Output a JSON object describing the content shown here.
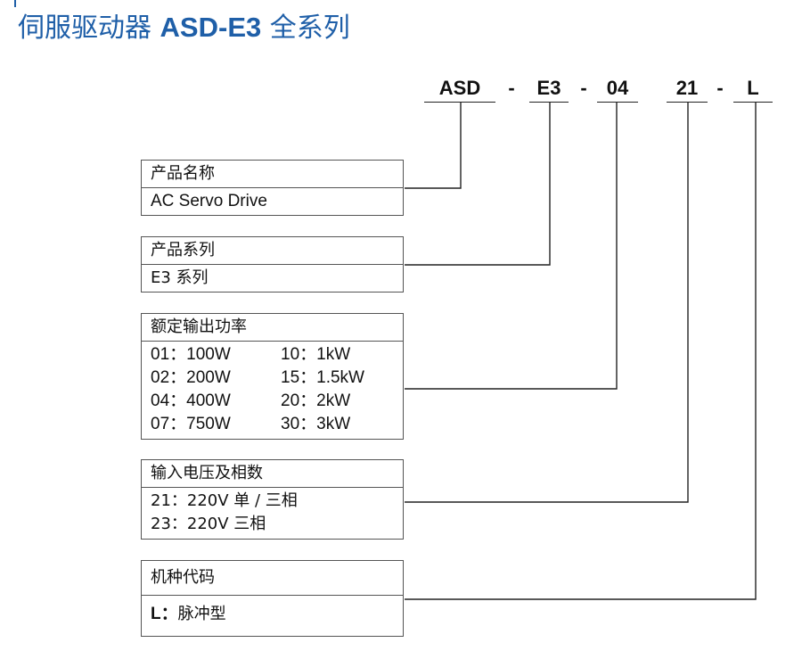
{
  "title": {
    "prefix": "伺服驱动器",
    "model": "ASD-E3",
    "suffix": "全系列"
  },
  "model_code": {
    "series": "ASD",
    "dash1": "-",
    "family": "E3",
    "dash2": "-",
    "power": "04",
    "voltage": "21",
    "dash3": "-",
    "type": "L"
  },
  "boxes": {
    "product_name": {
      "header": "产品名称",
      "value": "AC Servo Drive"
    },
    "product_series": {
      "header": "产品系列",
      "value": "E3 系列"
    },
    "rated_power": {
      "header": "额定输出功率",
      "rows": [
        [
          "01：100W",
          "10：1kW"
        ],
        [
          "02：200W",
          "15：1.5kW"
        ],
        [
          "04：400W",
          "20：2kW"
        ],
        [
          "07：750W",
          "30：3kW"
        ]
      ]
    },
    "input_voltage": {
      "header": "输入电压及相数",
      "rows": [
        "21：220V 单 / 三相",
        "23：220V 三相"
      ]
    },
    "model_type": {
      "header": "机种代码",
      "code": "L：",
      "value": "脉冲型"
    }
  }
}
